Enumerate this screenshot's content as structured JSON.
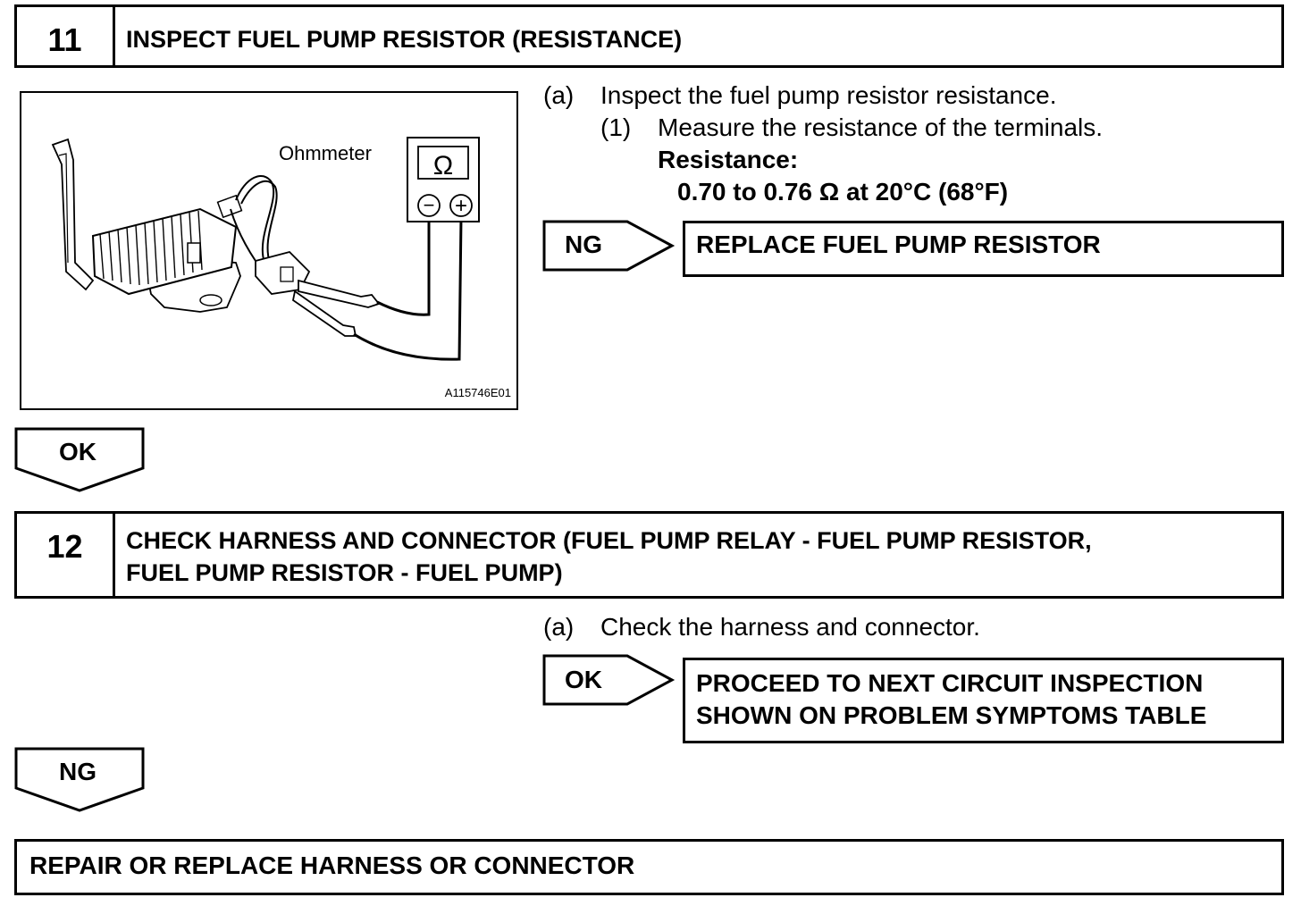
{
  "step11": {
    "number": "11",
    "title": "INSPECT FUEL PUMP RESISTOR (RESISTANCE)"
  },
  "figure1": {
    "ohmmeter_label": "Ohmmeter",
    "omega_symbol": "Ω",
    "minus_symbol": "−",
    "plus_symbol": "+",
    "figure_code": "A115746E01"
  },
  "instructions11": {
    "a_marker": "(a)",
    "a_text": "Inspect the fuel pump resistor resistance.",
    "one_marker": "(1)",
    "one_text": "Measure the resistance of the terminals.",
    "resistance_label": "Resistance:",
    "resistance_value": "0.70 to 0.76 Ω at 20°C (68°F)"
  },
  "ng_branch11": {
    "label": "NG",
    "action": "REPLACE FUEL PUMP RESISTOR"
  },
  "ok_flow11": {
    "label": "OK"
  },
  "step12": {
    "number": "12",
    "title_line1": "CHECK HARNESS AND CONNECTOR (FUEL PUMP RELAY - FUEL PUMP RESISTOR,",
    "title_line2": "FUEL PUMP RESISTOR - FUEL PUMP)"
  },
  "instructions12": {
    "a_marker": "(a)",
    "a_text": "Check the harness and connector."
  },
  "ok_branch12": {
    "label": "OK",
    "action_line1": "PROCEED TO NEXT CIRCUIT INSPECTION",
    "action_line2": "SHOWN ON PROBLEM SYMPTOMS TABLE"
  },
  "ng_flow12": {
    "label": "NG"
  },
  "final_action": {
    "text": "REPAIR OR REPLACE HARNESS OR CONNECTOR"
  }
}
